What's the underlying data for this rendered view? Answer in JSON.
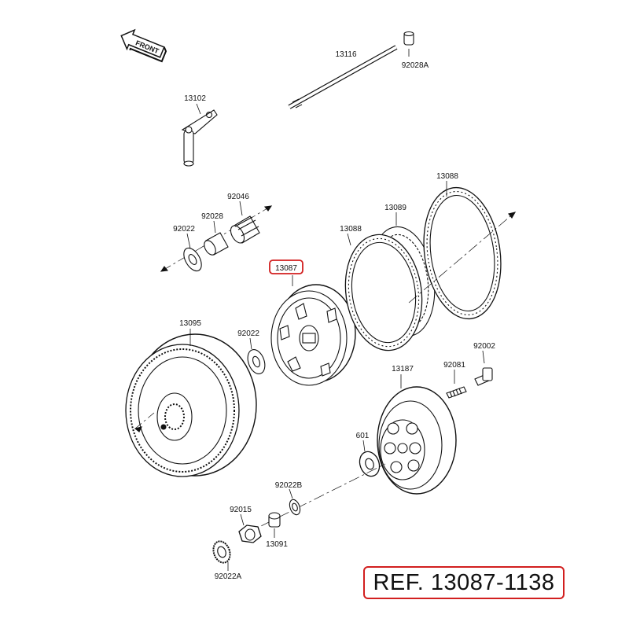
{
  "diagram": {
    "front_label": "FRONT",
    "highlight_color": "#d21f1f",
    "reference": "REF. 13087-1138",
    "parts": [
      {
        "number": "13116",
        "highlighted": false
      },
      {
        "number": "92028A",
        "highlighted": false
      },
      {
        "number": "13102",
        "highlighted": false
      },
      {
        "number": "13088",
        "highlighted": false
      },
      {
        "number": "13089",
        "highlighted": false
      },
      {
        "number": "13088",
        "highlighted": false
      },
      {
        "number": "92046",
        "highlighted": false
      },
      {
        "number": "92028",
        "highlighted": false
      },
      {
        "number": "92022",
        "highlighted": false
      },
      {
        "number": "13087",
        "highlighted": true
      },
      {
        "number": "13095",
        "highlighted": false
      },
      {
        "number": "92022",
        "highlighted": false
      },
      {
        "number": "92002",
        "highlighted": false
      },
      {
        "number": "13187",
        "highlighted": false
      },
      {
        "number": "92081",
        "highlighted": false
      },
      {
        "number": "601",
        "highlighted": false
      },
      {
        "number": "92022B",
        "highlighted": false
      },
      {
        "number": "92015",
        "highlighted": false
      },
      {
        "number": "13091",
        "highlighted": false
      },
      {
        "number": "92022A",
        "highlighted": false
      }
    ]
  }
}
